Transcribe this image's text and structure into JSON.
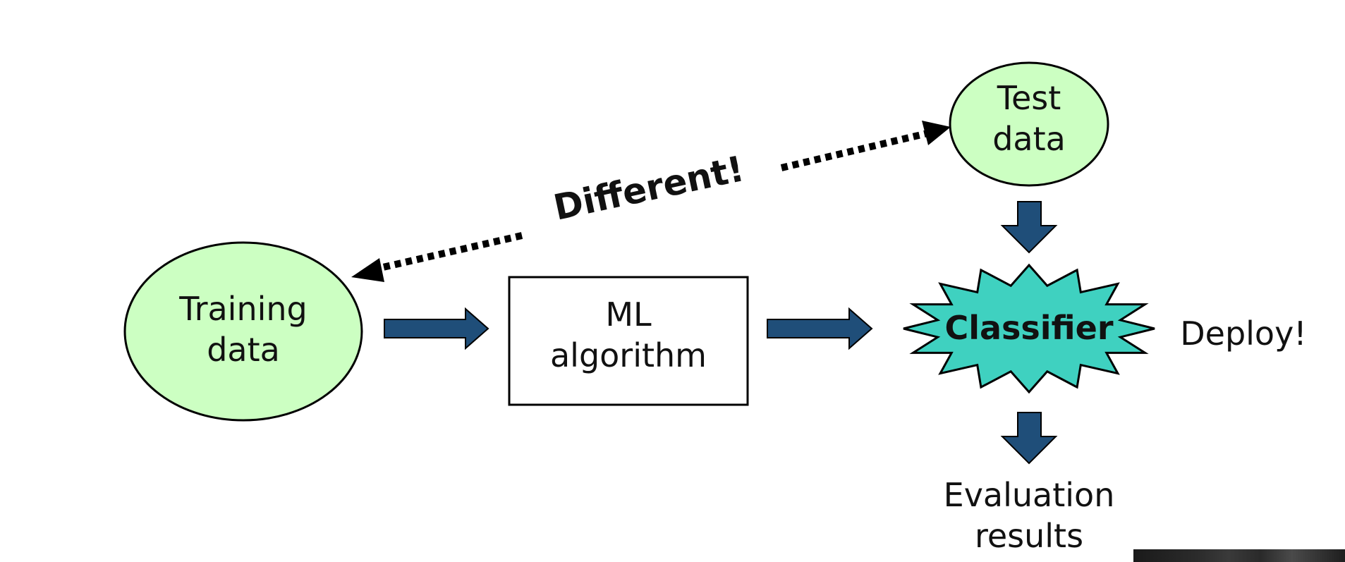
{
  "diagram": {
    "nodes": {
      "training_data": {
        "line1": "Training",
        "line2": "data"
      },
      "ml_algorithm": {
        "line1": "ML",
        "line2": "algorithm"
      },
      "classifier": {
        "label": "Classifier"
      },
      "test_data": {
        "line1": "Test",
        "line2": "data"
      },
      "deploy": {
        "label": "Deploy!"
      },
      "evaluation_results": {
        "line1": "Evaluation",
        "line2": "results"
      }
    },
    "annotation": {
      "label": "Different!"
    }
  },
  "colors": {
    "ellipse_fill": "#ccffc2",
    "classifier_fill": "#3fd1c0",
    "arrow_fill": "#1f4e79",
    "stroke": "#000000"
  }
}
